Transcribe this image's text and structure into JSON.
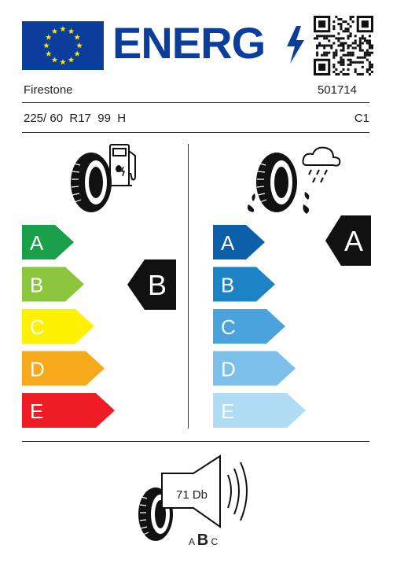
{
  "header": {
    "title_text": "ENERG",
    "brand": "Firestone",
    "article_number": "501714",
    "tyre_size": "225/ 60  R17  99  H",
    "tyre_class": "C1"
  },
  "colors": {
    "eu_blue": "#0a3d9c",
    "eu_star": "#ffe600"
  },
  "fuel_efficiency": {
    "icon": "fuel-pump-icon",
    "class_letters": [
      "A",
      "B",
      "C",
      "D",
      "E"
    ],
    "class_colors": [
      "#1aa04a",
      "#8cc63e",
      "#fff200",
      "#f7a91c",
      "#ee1c25"
    ],
    "rating": "B"
  },
  "wet_grip": {
    "icon": "rain-cloud-icon",
    "class_letters": [
      "A",
      "B",
      "C",
      "D",
      "E"
    ],
    "class_colors": [
      "#0b5fa9",
      "#1d83c5",
      "#4aa3dc",
      "#7cbfe9",
      "#b0dcf5"
    ],
    "rating": "A"
  },
  "noise": {
    "icon": "speaker-icon",
    "value_text": "71 Db",
    "class_scale": [
      "A",
      "B",
      "C"
    ],
    "rating": "B"
  }
}
